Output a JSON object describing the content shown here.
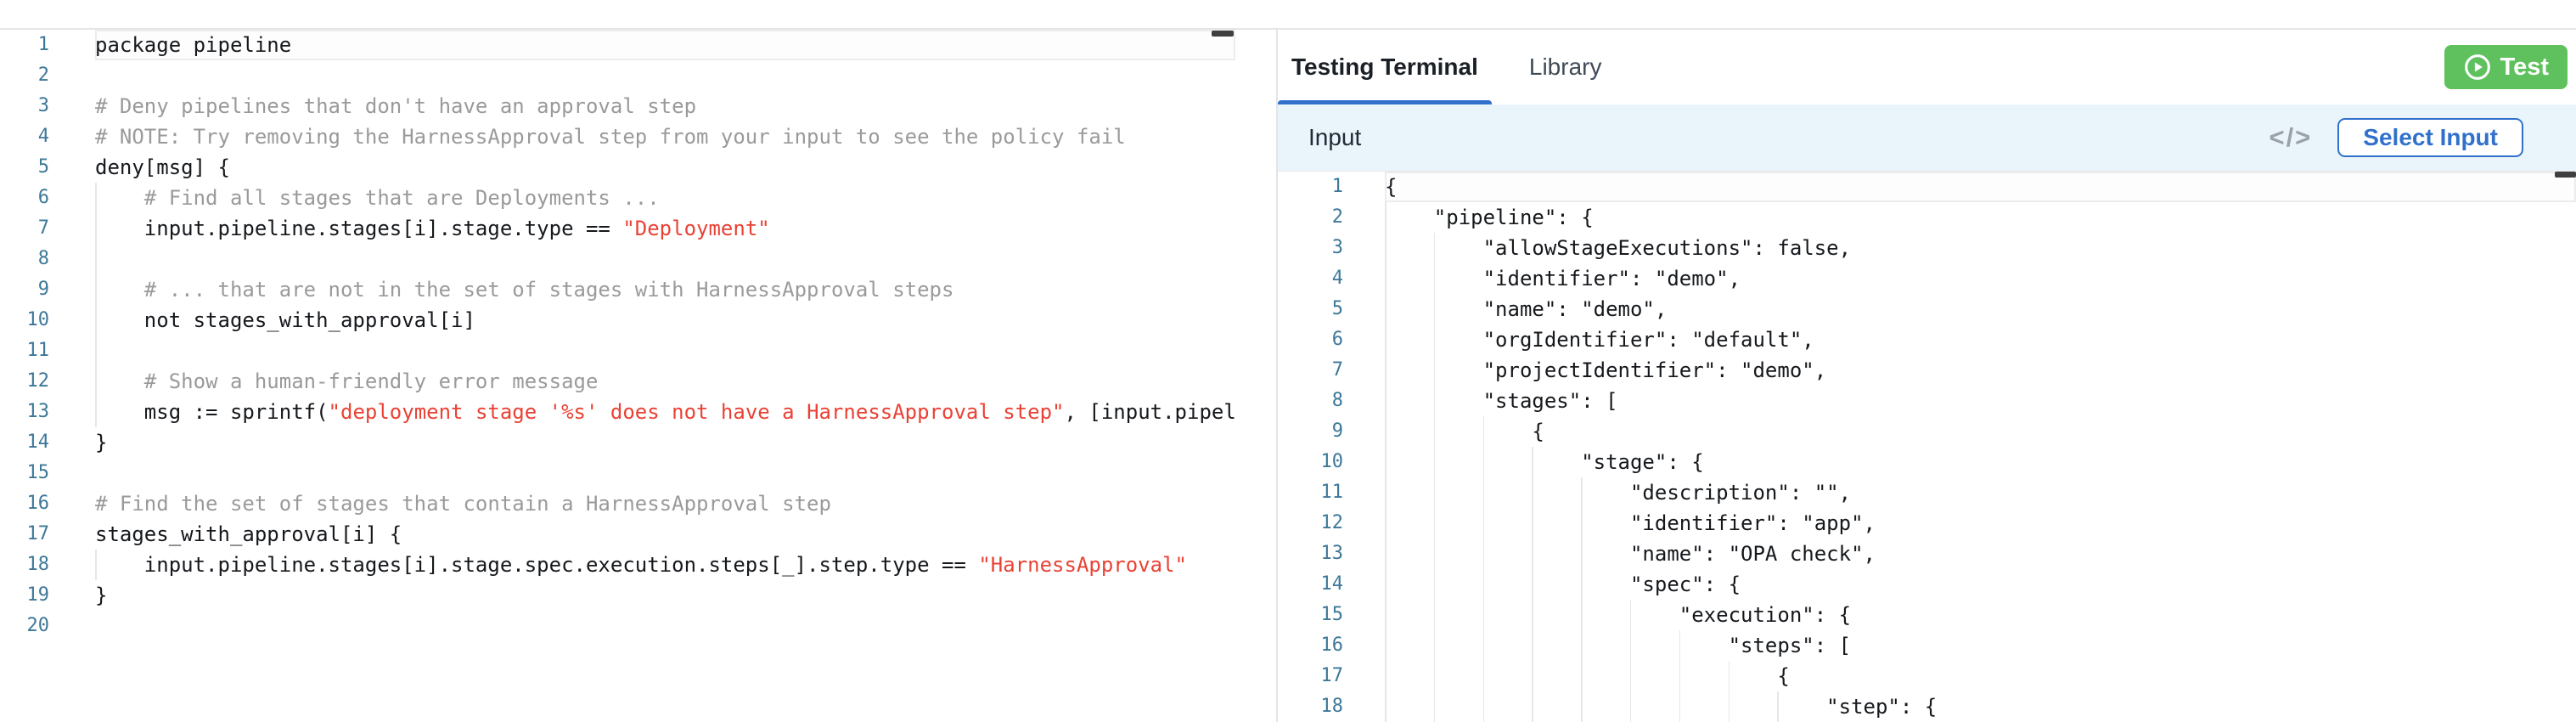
{
  "colors": {
    "primary_blue": "#3171cc",
    "test_green": "#5ec15e",
    "string_red": "#e94235",
    "comment_gray": "#9a9a9a",
    "line_number_blue": "#3d7899",
    "input_bar_bg": "#eaf5fb"
  },
  "left_editor": {
    "language": "rego",
    "current_line": 1,
    "lines": [
      {
        "n": 1,
        "current": true,
        "tokens": [
          [
            "code",
            "package pipeline"
          ]
        ]
      },
      {
        "n": 2,
        "tokens": []
      },
      {
        "n": 3,
        "tokens": [
          [
            "comment",
            "# Deny pipelines that don't have an approval step"
          ]
        ]
      },
      {
        "n": 4,
        "tokens": [
          [
            "comment",
            "# NOTE: Try removing the HarnessApproval step from your input to see the policy fail"
          ]
        ]
      },
      {
        "n": 5,
        "tokens": [
          [
            "code",
            "deny[msg] {"
          ]
        ]
      },
      {
        "n": 6,
        "tokens": [
          [
            "comment",
            "    # Find all stages that are Deployments ..."
          ]
        ]
      },
      {
        "n": 7,
        "tokens": [
          [
            "code",
            "    input.pipeline.stages[i].stage.type == "
          ],
          [
            "string",
            "\"Deployment\""
          ]
        ]
      },
      {
        "n": 8,
        "tokens": [
          [
            "code",
            "    "
          ]
        ]
      },
      {
        "n": 9,
        "tokens": [
          [
            "comment",
            "    # ... that are not in the set of stages with HarnessApproval steps"
          ]
        ]
      },
      {
        "n": 10,
        "tokens": [
          [
            "code",
            "    not stages_with_approval[i]"
          ]
        ]
      },
      {
        "n": 11,
        "tokens": [
          [
            "code",
            "    "
          ]
        ]
      },
      {
        "n": 12,
        "tokens": [
          [
            "comment",
            "    # Show a human-friendly error message"
          ]
        ]
      },
      {
        "n": 13,
        "tokens": [
          [
            "code",
            "    msg := sprintf("
          ],
          [
            "string",
            "\"deployment stage '%s' does not have a HarnessApproval step\""
          ],
          [
            "code",
            ", [input.pipel"
          ]
        ]
      },
      {
        "n": 14,
        "tokens": [
          [
            "code",
            "}"
          ]
        ]
      },
      {
        "n": 15,
        "tokens": []
      },
      {
        "n": 16,
        "tokens": [
          [
            "comment",
            "# Find the set of stages that contain a HarnessApproval step"
          ]
        ]
      },
      {
        "n": 17,
        "tokens": [
          [
            "code",
            "stages_with_approval[i] {"
          ]
        ]
      },
      {
        "n": 18,
        "tokens": [
          [
            "code",
            "    input.pipeline.stages[i].stage.spec.execution.steps[_].step.type == "
          ],
          [
            "string",
            "\"HarnessApproval\""
          ]
        ]
      },
      {
        "n": 19,
        "tokens": [
          [
            "code",
            "}"
          ]
        ]
      },
      {
        "n": 20,
        "tokens": []
      }
    ]
  },
  "right_panel": {
    "tabs": [
      {
        "label": "Testing Terminal",
        "active": true
      },
      {
        "label": "Library",
        "active": false
      }
    ],
    "test_button": {
      "label": "Test"
    },
    "input_section": {
      "title": "Input",
      "code_icon": "</>",
      "select_button_label": "Select Input"
    },
    "input_editor": {
      "language": "json",
      "current_line": 1,
      "lines": [
        "{",
        "    \"pipeline\": {",
        "        \"allowStageExecutions\": false,",
        "        \"identifier\": \"demo\",",
        "        \"name\": \"demo\",",
        "        \"orgIdentifier\": \"default\",",
        "        \"projectIdentifier\": \"demo\",",
        "        \"stages\": [",
        "            {",
        "                \"stage\": {",
        "                    \"description\": \"\",",
        "                    \"identifier\": \"app\",",
        "                    \"name\": \"OPA check\",",
        "                    \"spec\": {",
        "                        \"execution\": {",
        "                            \"steps\": [",
        "                                {",
        "                                    \"step\": {"
      ]
    }
  }
}
